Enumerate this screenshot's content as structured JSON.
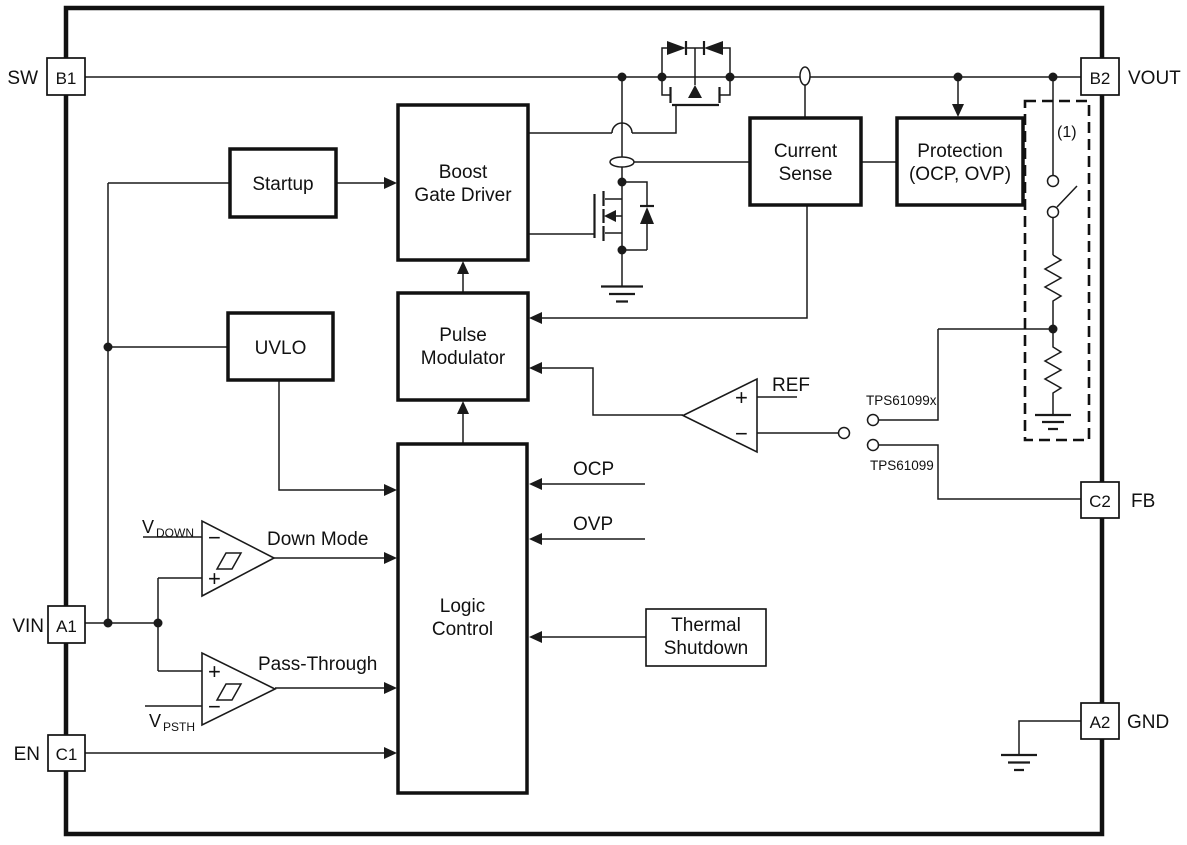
{
  "diagram": {
    "pins": {
      "sw": {
        "id": "B1",
        "label": "SW"
      },
      "vout": {
        "id": "B2",
        "label": "VOUT"
      },
      "vin": {
        "id": "A1",
        "label": "VIN"
      },
      "en": {
        "id": "C1",
        "label": "EN"
      },
      "fb": {
        "id": "C2",
        "label": "FB"
      },
      "gnd": {
        "id": "A2",
        "label": "GND"
      }
    },
    "blocks": {
      "startup": "Startup",
      "uvlo": "UVLO",
      "boost_gate_driver": {
        "line1": "Boost",
        "line2": "Gate Driver"
      },
      "pulse_modulator": {
        "line1": "Pulse",
        "line2": "Modulator"
      },
      "logic_control": {
        "line1": "Logic",
        "line2": "Control"
      },
      "current_sense": {
        "line1": "Current",
        "line2": "Sense"
      },
      "protection": {
        "line1": "Protection",
        "line2": "(OCP, OVP)"
      },
      "thermal_shutdown": {
        "line1": "Thermal",
        "line2": "Shutdown"
      }
    },
    "labels": {
      "ref": "REF",
      "ocp": "OCP",
      "ovp": "OVP",
      "down_mode": "Down Mode",
      "pass_through": "Pass-Through",
      "v_down": {
        "base": "V",
        "sub": "DOWN"
      },
      "v_psth": {
        "base": "V",
        "sub": "PSTH"
      },
      "variant_internal_divider": "TPS61099x",
      "variant_external_fb": "TPS61099",
      "note": "(1)",
      "plus": "+",
      "minus": "−"
    },
    "colors": {
      "line": "#1a1a1a",
      "background": "#ffffff"
    }
  }
}
